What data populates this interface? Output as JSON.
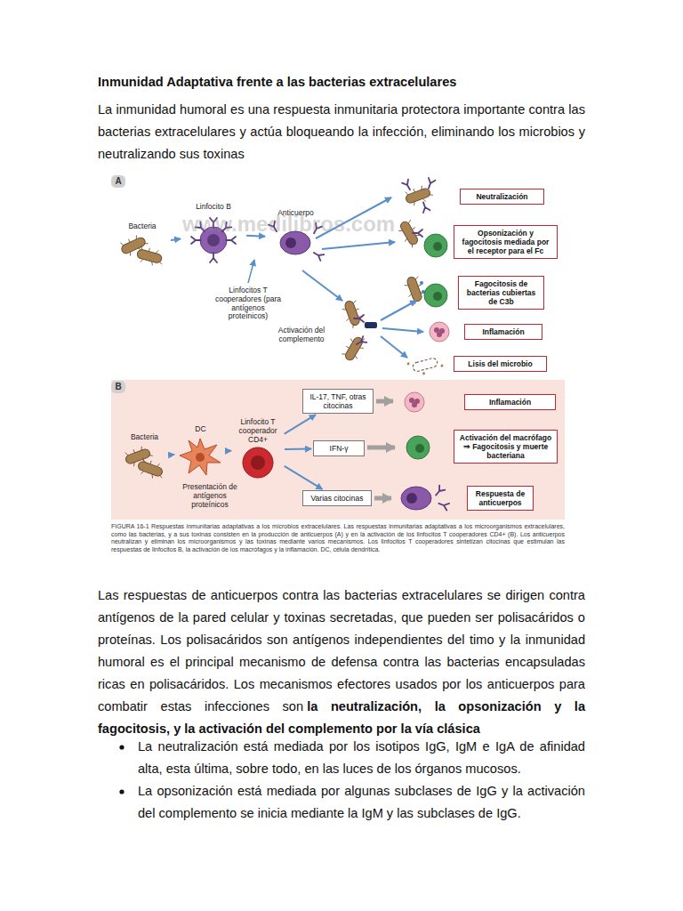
{
  "diagram": {
    "title": "Inmunidad Adaptativa frente a las bacterias extracelulares",
    "caption": "FIGURA 16-1 Respuestas inmunitarias adaptativas a los microbios extracelulares. Las respuestas inmunitarias adaptativas a los microorganismos extracelulares, como las bacterias, y a sus toxinas consisten en la producción de anticuerpos (A) y en la activación de los linfocitos T cooperadores CD4+ (B). Los anticuerpos neutralizan y eliminan los microorganismos y las toxinas mediante varios mecanismos. Los linfocitos T cooperadores sintetizan citocinas que estimulan las respuestas de linfocitos B, la activación de los macrófagos y la inflamación. DC, célula dendrítica.",
    "nodes": [
      {
        "text": [
          "Bacteria"
        ]
      },
      {
        "text": [
          "Linfocito B"
        ]
      },
      {
        "text": [
          "Anticuerpo"
        ]
      },
      {
        "text": [
          "Neutralización"
        ]
      },
      {
        "text": [
          "Opsonización y fagocitosis mediada por el receptor para el Fc"
        ]
      },
      {
        "text": [
          "Fagocitosis de bacterias cubiertas de C3b"
        ]
      },
      {
        "text": [
          "Inflamación"
        ]
      },
      {
        "text": [
          "Lisis del microbio"
        ]
      },
      {
        "text": [
          "Bacteria"
        ]
      },
      {
        "text": [
          "DC"
        ]
      },
      {
        "text": [
          "Linfocito T cooperador CD4+"
        ]
      },
      {
        "text": [
          "IL-17, TNF, otras citocinas"
        ]
      },
      {
        "text": [
          "Inflamación"
        ]
      },
      {
        "text": [
          "IFN-γ"
        ]
      },
      {
        "text": [
          "Activación del macrófago ⇒ Fagocitosis y muerte bacteriana"
        ]
      },
      {
        "text": [
          "Varias citocinas"
        ]
      },
      {
        "text": [
          "Respuesta de anticuerpos"
        ]
      }
    ],
    "edges": [
      {
        "from": 0,
        "to": 1,
        "arrow": "to"
      },
      {
        "from": 1,
        "to": 2,
        "arrow": "to"
      },
      {
        "from": 8,
        "to": 9,
        "arrow": "to"
      },
      {
        "from": 9,
        "to": 10,
        "arrow": "to"
      },
      {
        "from": 10,
        "to": 11,
        "arrow": "to"
      },
      {
        "from": 10,
        "to": 13,
        "arrow": "to"
      },
      {
        "from": 10,
        "to": 15,
        "arrow": "to"
      }
    ],
    "labels": [
      "La inmunidad humoral es una respuesta inmunitaria protectora importante contra las bacterias extracelulares y actúa bloqueando la infección, eliminando los microbios y neutralizando sus toxinas",
      "A",
      "www.medilibros.com",
      "Linfocitos T cooperadores (para antígenos proteínicos)",
      "Activación del complemento",
      "B",
      "Presentación de antígenos proteínicos",
      "Las respuestas de anticuerpos contra las bacterias extracelulares se dirigen contra antígenos de la pared celular y toxinas secretadas, que pueden ser polisacáridos o proteínas. Los polisacáridos son antígenos independientes del timo y la inmunidad humoral es el principal mecanismo de defensa contra las bacterias encapsuladas ricas en polisacáridos. Los mecanismos efectores usados por los anticuerpos para combatir estas infecciones son",
      "la neutralización, la opsonización y la fagocitosis, y la activación del complemento por la vía clásica",
      "La neutralización está mediada por los isotipos IgG, IgM e IgA de afinidad alta, esta última, sobre todo, en las luces de los órganos mucosos.",
      "La opsonización está mediada por algunas subclases de IgG y la activación del complemento se inicia mediante la IgM y las subclases de IgG."
    ]
  }
}
